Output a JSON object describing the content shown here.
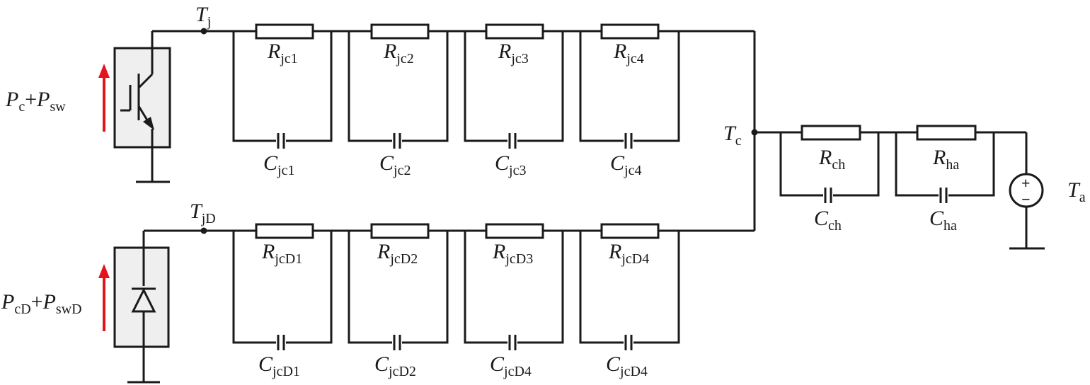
{
  "nodes": {
    "tj": {
      "main": "T",
      "sub": "j"
    },
    "tjd": {
      "main": "T",
      "sub": "jD"
    },
    "tc": {
      "main": "T",
      "sub": "c"
    },
    "ta": {
      "main": "T",
      "sub": "a"
    }
  },
  "sources": {
    "igbt_power": {
      "p1": "P",
      "s1": "c",
      "plus": "+",
      "p2": "P",
      "s2": "sw"
    },
    "diode_power": {
      "p1": "P",
      "s1": "cD",
      "plus": "+",
      "p2": "P",
      "s2": "swD"
    }
  },
  "resistors_top": [
    {
      "main": "R",
      "sub": "jc1"
    },
    {
      "main": "R",
      "sub": "jc2"
    },
    {
      "main": "R",
      "sub": "jc3"
    },
    {
      "main": "R",
      "sub": "jc4"
    }
  ],
  "capacitors_top": [
    {
      "main": "C",
      "sub": "jc1"
    },
    {
      "main": "C",
      "sub": "jc2"
    },
    {
      "main": "C",
      "sub": "jc3"
    },
    {
      "main": "C",
      "sub": "jc4"
    }
  ],
  "resistors_bottom": [
    {
      "main": "R",
      "sub": "jcD1"
    },
    {
      "main": "R",
      "sub": "jcD2"
    },
    {
      "main": "R",
      "sub": "jcD3"
    },
    {
      "main": "R",
      "sub": "jcD4"
    }
  ],
  "capacitors_bottom": [
    {
      "main": "C",
      "sub": "jcD1"
    },
    {
      "main": "C",
      "sub": "jcD2"
    },
    {
      "main": "C",
      "sub": "jcD4"
    },
    {
      "main": "C",
      "sub": "jcD4"
    }
  ],
  "resistors_right": [
    {
      "main": "R",
      "sub": "ch"
    },
    {
      "main": "R",
      "sub": "ha"
    }
  ],
  "capacitors_right": [
    {
      "main": "C",
      "sub": "ch"
    },
    {
      "main": "C",
      "sub": "ha"
    }
  ],
  "voltage_source": {
    "plus": "+",
    "minus": "−"
  },
  "colors": {
    "wire": "#1a1a1a",
    "heat_arrow": "#e3141b",
    "device_fill": "#efefef"
  },
  "icons": {
    "igbt": "igbt-transistor-icon",
    "diode": "diode-icon",
    "source": "voltage-source-icon",
    "ground": "ground-icon"
  }
}
